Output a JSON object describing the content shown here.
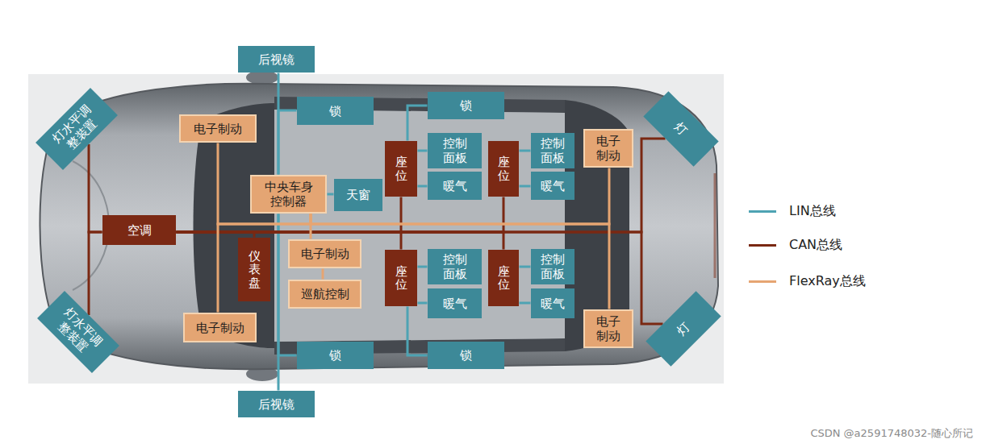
{
  "diagram": {
    "nodes": [
      {
        "text": [
          "后视镜"
        ]
      },
      {
        "text": [
          "灯水平调整装置"
        ]
      },
      {
        "text": [
          "锁"
        ]
      },
      {
        "text": [
          "锁"
        ]
      },
      {
        "text": [
          "灯"
        ]
      },
      {
        "text": [
          "电子制动"
        ]
      },
      {
        "text": [
          "电子制动"
        ]
      },
      {
        "text": [
          "座位"
        ]
      },
      {
        "text": [
          "控制面板"
        ]
      },
      {
        "text": [
          "座位"
        ]
      },
      {
        "text": [
          "控制面板"
        ]
      },
      {
        "text": [
          "暖气"
        ]
      },
      {
        "text": [
          "暖气"
        ]
      },
      {
        "text": [
          "中央车身控制器"
        ]
      },
      {
        "text": [
          "天窗"
        ]
      },
      {
        "text": [
          "空调"
        ]
      },
      {
        "text": [
          "仪表盘"
        ]
      },
      {
        "text": [
          "电子制动"
        ]
      },
      {
        "text": [
          "座位"
        ]
      },
      {
        "text": [
          "控制面板"
        ]
      },
      {
        "text": [
          "座位"
        ]
      },
      {
        "text": [
          "控制面板"
        ]
      },
      {
        "text": [
          "巡航控制"
        ]
      },
      {
        "text": [
          "暖气"
        ]
      },
      {
        "text": [
          "暖气"
        ]
      },
      {
        "text": [
          "灯水平调整装置"
        ]
      },
      {
        "text": [
          "电子制动"
        ]
      },
      {
        "text": [
          "电子制动"
        ]
      },
      {
        "text": [
          "灯"
        ]
      },
      {
        "text": [
          "锁"
        ]
      },
      {
        "text": [
          "锁"
        ]
      },
      {
        "text": [
          "后视镜"
        ]
      }
    ],
    "edges": [
      {
        "from": 0,
        "to": 13,
        "arrow": "none"
      },
      {
        "from": 13,
        "to": 31,
        "arrow": "none"
      },
      {
        "from": 13,
        "to": 2,
        "arrow": "none"
      },
      {
        "from": 13,
        "to": 29,
        "arrow": "none"
      },
      {
        "from": 13,
        "to": 14,
        "arrow": "none"
      },
      {
        "from": 7,
        "to": 3,
        "arrow": "none"
      },
      {
        "from": 18,
        "to": 30,
        "arrow": "none"
      },
      {
        "from": 7,
        "to": 8,
        "arrow": "none"
      },
      {
        "from": 7,
        "to": 11,
        "arrow": "none"
      },
      {
        "from": 9,
        "to": 10,
        "arrow": "none"
      },
      {
        "from": 9,
        "to": 12,
        "arrow": "none"
      },
      {
        "from": 18,
        "to": 19,
        "arrow": "none"
      },
      {
        "from": 18,
        "to": 23,
        "arrow": "none"
      },
      {
        "from": 20,
        "to": 21,
        "arrow": "none"
      },
      {
        "from": 20,
        "to": 24,
        "arrow": "none"
      },
      {
        "from": 15,
        "to": 1,
        "arrow": "none"
      },
      {
        "from": 15,
        "to": 25,
        "arrow": "none"
      },
      {
        "from": 15,
        "to": 7,
        "arrow": "none"
      },
      {
        "from": 15,
        "to": 18,
        "arrow": "none"
      },
      {
        "from": 15,
        "to": 9,
        "arrow": "none"
      },
      {
        "from": 15,
        "to": 20,
        "arrow": "none"
      },
      {
        "from": 15,
        "to": 16,
        "arrow": "none"
      },
      {
        "from": 15,
        "to": 4,
        "arrow": "none"
      },
      {
        "from": 15,
        "to": 28,
        "arrow": "none"
      },
      {
        "from": 13,
        "to": 5,
        "arrow": "none"
      },
      {
        "from": 13,
        "to": 26,
        "arrow": "none"
      },
      {
        "from": 13,
        "to": 6,
        "arrow": "none"
      },
      {
        "from": 13,
        "to": 27,
        "arrow": "none"
      },
      {
        "from": 13,
        "to": 17,
        "arrow": "none"
      },
      {
        "from": 17,
        "to": 22,
        "arrow": "none"
      }
    ],
    "labels": [
      "CSDN @a2591748032-随心所记"
    ],
    "legend": [
      {
        "text": "LIN总线"
      },
      {
        "text": "CAN总线"
      },
      {
        "text": "FlexRay总线"
      }
    ]
  }
}
